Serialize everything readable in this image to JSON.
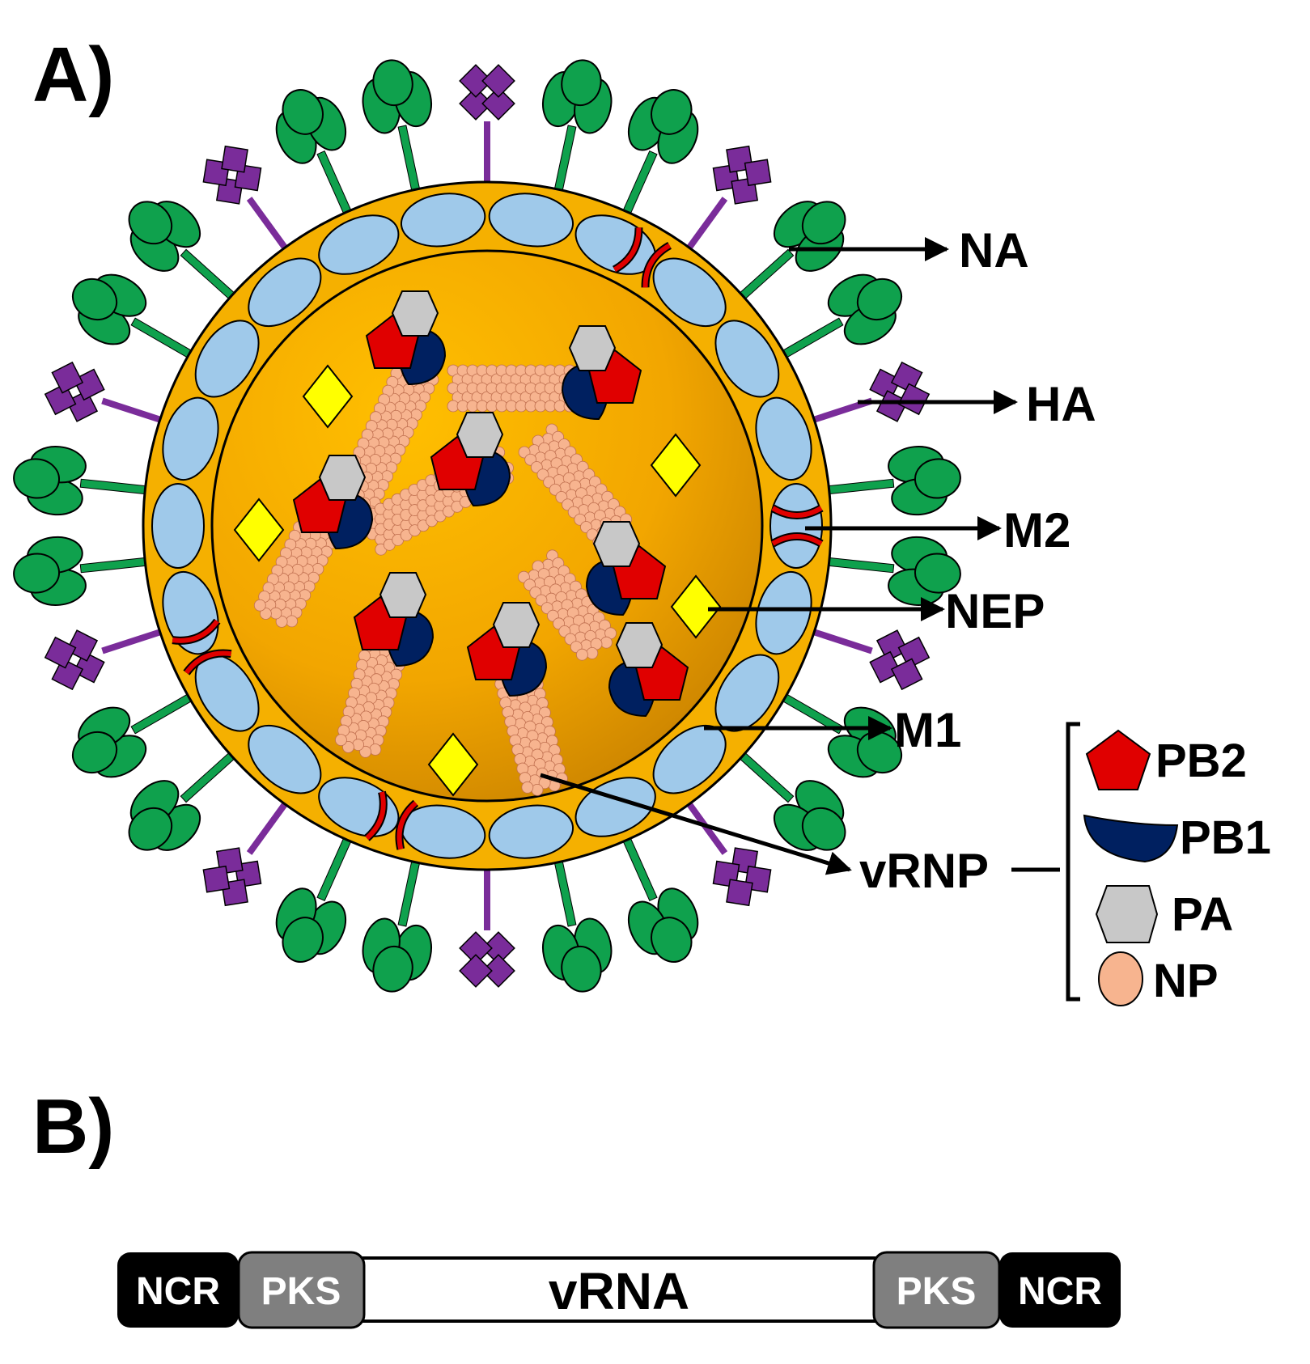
{
  "panel_a": {
    "label": "A)",
    "callouts": {
      "na": "NA",
      "ha": "HA",
      "m2": "M2",
      "nep": "NEP",
      "m1": "M1",
      "vrnp": "vRNP"
    },
    "legend": {
      "pb2": "PB2",
      "pb1": "PB1",
      "pa": "PA",
      "np": "NP"
    }
  },
  "panel_b": {
    "label": "B)",
    "segments": {
      "ncr_left": "NCR",
      "pks_left": "PKS",
      "center": "vRNA",
      "pks_right": "PKS",
      "ncr_right": "NCR"
    }
  },
  "colors": {
    "envelope": "#f5b000",
    "core": "#f0a500",
    "m1": "#9fc9ea",
    "ha": "#0fa14d",
    "na": "#7a2c9a",
    "m2": "#e00000",
    "nep": "#ffff00",
    "pb2": "#e00000",
    "pb1": "#002060",
    "pa": "#c8c8c8",
    "np": "#f7b48f",
    "ncr": "#000000",
    "pks": "#7f7f7f"
  }
}
